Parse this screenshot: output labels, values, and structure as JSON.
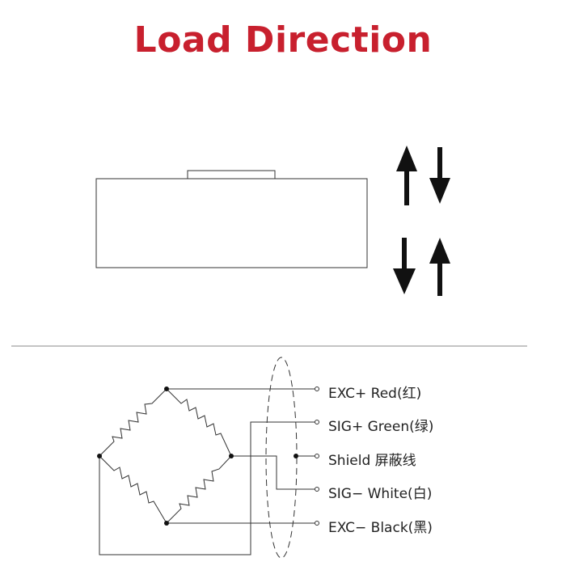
{
  "title": "Load Direction",
  "colors": {
    "title": "#c8202e",
    "line": "#333333",
    "arrow": "#111111",
    "divider": "#888888"
  },
  "arrows": {
    "top_pair": [
      "arrow-up-icon",
      "arrow-down-icon"
    ],
    "bottom_pair": [
      "arrow-down-icon",
      "arrow-up-icon"
    ]
  },
  "wiring": {
    "labels": [
      {
        "id": "exc-plus",
        "text": "EXC+ Red(红)"
      },
      {
        "id": "sig-plus",
        "text": "SIG+ Green(绿)"
      },
      {
        "id": "shield",
        "text": "Shield  屏蔽线"
      },
      {
        "id": "sig-minus",
        "text": "SIG− White(白)"
      },
      {
        "id": "exc-minus",
        "text": "EXC− Black(黑)"
      }
    ]
  }
}
